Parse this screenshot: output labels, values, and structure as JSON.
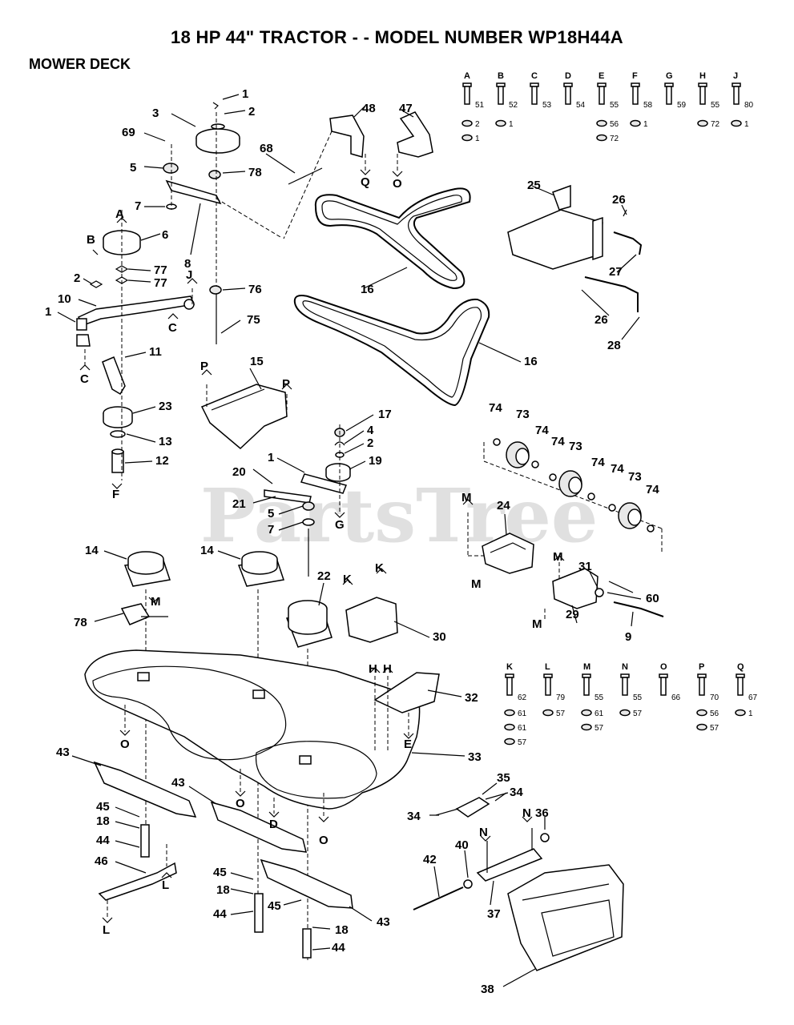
{
  "header": {
    "title": "18 HP 44\" TRACTOR - - MODEL NUMBER WP18H44A",
    "subtitle": "MOWER DECK"
  },
  "watermark": "PartsTree",
  "hardware_top": [
    {
      "letter": "A",
      "parts": [
        "51",
        "2",
        "1"
      ]
    },
    {
      "letter": "B",
      "parts": [
        "52",
        "1"
      ]
    },
    {
      "letter": "C",
      "parts": [
        "53"
      ]
    },
    {
      "letter": "D",
      "parts": [
        "54"
      ]
    },
    {
      "letter": "E",
      "parts": [
        "55",
        "56",
        "72"
      ]
    },
    {
      "letter": "F",
      "parts": [
        "58",
        "1"
      ]
    },
    {
      "letter": "G",
      "parts": [
        "59"
      ]
    },
    {
      "letter": "H",
      "parts": [
        "55",
        "72"
      ]
    },
    {
      "letter": "J",
      "parts": [
        "80",
        "1"
      ]
    }
  ],
  "hardware_bottom": [
    {
      "letter": "K",
      "parts": [
        "62",
        "61",
        "61",
        "57"
      ]
    },
    {
      "letter": "L",
      "parts": [
        "79",
        "57"
      ]
    },
    {
      "letter": "M",
      "parts": [
        "55",
        "61",
        "57"
      ]
    },
    {
      "letter": "N",
      "parts": [
        "55",
        "57"
      ]
    },
    {
      "letter": "O",
      "parts": [
        "66"
      ]
    },
    {
      "letter": "P",
      "parts": [
        "70",
        "56",
        "57"
      ]
    },
    {
      "letter": "Q",
      "parts": [
        "67",
        "1"
      ]
    }
  ],
  "callouts": {
    "c1a": "1",
    "c2a": "2",
    "c3": "3",
    "c69": "69",
    "c5a": "5",
    "c78a": "78",
    "c7a": "7",
    "c8": "8",
    "cA": "A",
    "c6": "6",
    "cB": "B",
    "c77a": "77",
    "c77b": "77",
    "c2b": "2",
    "cJ": "J",
    "c76": "76",
    "c10": "10",
    "c1b": "1",
    "cC1": "C",
    "cC2": "C",
    "c75": "75",
    "c11": "11",
    "c23": "23",
    "c13": "13",
    "c12": "12",
    "cF": "F",
    "c68": "68",
    "c48": "48",
    "cQ1": "Q",
    "c47": "47",
    "cO1": "O",
    "c16a": "16",
    "c16b": "16",
    "c25": "25",
    "c26a": "26",
    "c27": "27",
    "c26b": "26",
    "c28": "28",
    "c15": "15",
    "cP1": "P",
    "cP2": "P",
    "c17": "17",
    "c4": "4",
    "c2c": "2",
    "c19": "19",
    "c1c": "1",
    "c20": "20",
    "c21": "21",
    "c5b": "5",
    "cG": "G",
    "c7b": "7",
    "c74a": "74",
    "c73a": "73",
    "c74b": "74",
    "c74c": "74",
    "c73b": "73",
    "c74d": "74",
    "c74e": "74",
    "c73c": "73",
    "c74f": "74",
    "cM1": "M",
    "c24": "24",
    "cM2": "M",
    "cM3": "M",
    "c31": "31",
    "c60": "60",
    "cM4": "M",
    "c29": "29",
    "c9": "9",
    "c14a": "14",
    "c14b": "14",
    "c22": "22",
    "cK1": "K",
    "cK2": "K",
    "c30": "30",
    "cM5": "M",
    "c78b": "78",
    "cH1": "H",
    "cH2": "H",
    "c32": "32",
    "cE": "E",
    "c33": "33",
    "cO2": "O",
    "c43a": "43",
    "c43b": "43",
    "c43c": "43",
    "c45a": "45",
    "c18a": "18",
    "c44a": "44",
    "c46": "46",
    "cL1": "L",
    "cL2": "L",
    "cD": "D",
    "cO3": "O",
    "cO4": "O",
    "c45b": "45",
    "c18b": "18",
    "c44b": "44",
    "c45c": "45",
    "c18c": "18",
    "c44c": "44",
    "c35": "35",
    "c34a": "34",
    "c34b": "34",
    "c36": "36",
    "c42": "42",
    "c40": "40",
    "cN1": "N",
    "cN2": "N",
    "c37": "37",
    "c38": "38"
  }
}
